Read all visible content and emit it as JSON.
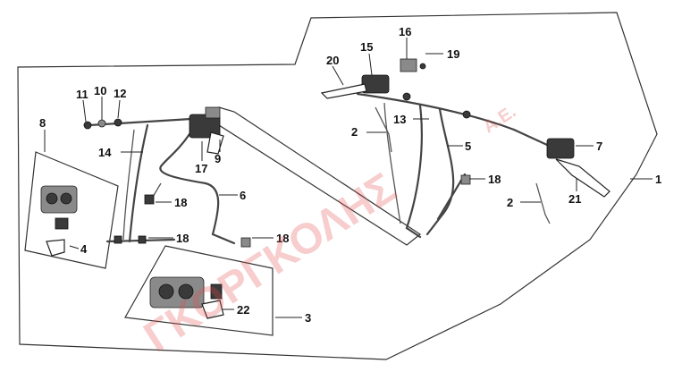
{
  "watermark": {
    "main": "ΓΚΟΡΓΚΟΛΗΣ",
    "suffix": "Α.Ε.",
    "color": "#e24b4b"
  },
  "callouts": {
    "c1": "1",
    "c2a": "2",
    "c2b": "2",
    "c3": "3",
    "c4": "4",
    "c5": "5",
    "c6": "6",
    "c7": "7",
    "c8": "8",
    "c9": "9",
    "c10": "10",
    "c11": "11",
    "c12": "12",
    "c13": "13",
    "c14": "14",
    "c15": "15",
    "c16": "16",
    "c17": "17",
    "c18a": "18",
    "c18b": "18",
    "c18c": "18",
    "c18d": "18",
    "c19": "19",
    "c20": "20",
    "c21": "21",
    "c22": "22"
  }
}
